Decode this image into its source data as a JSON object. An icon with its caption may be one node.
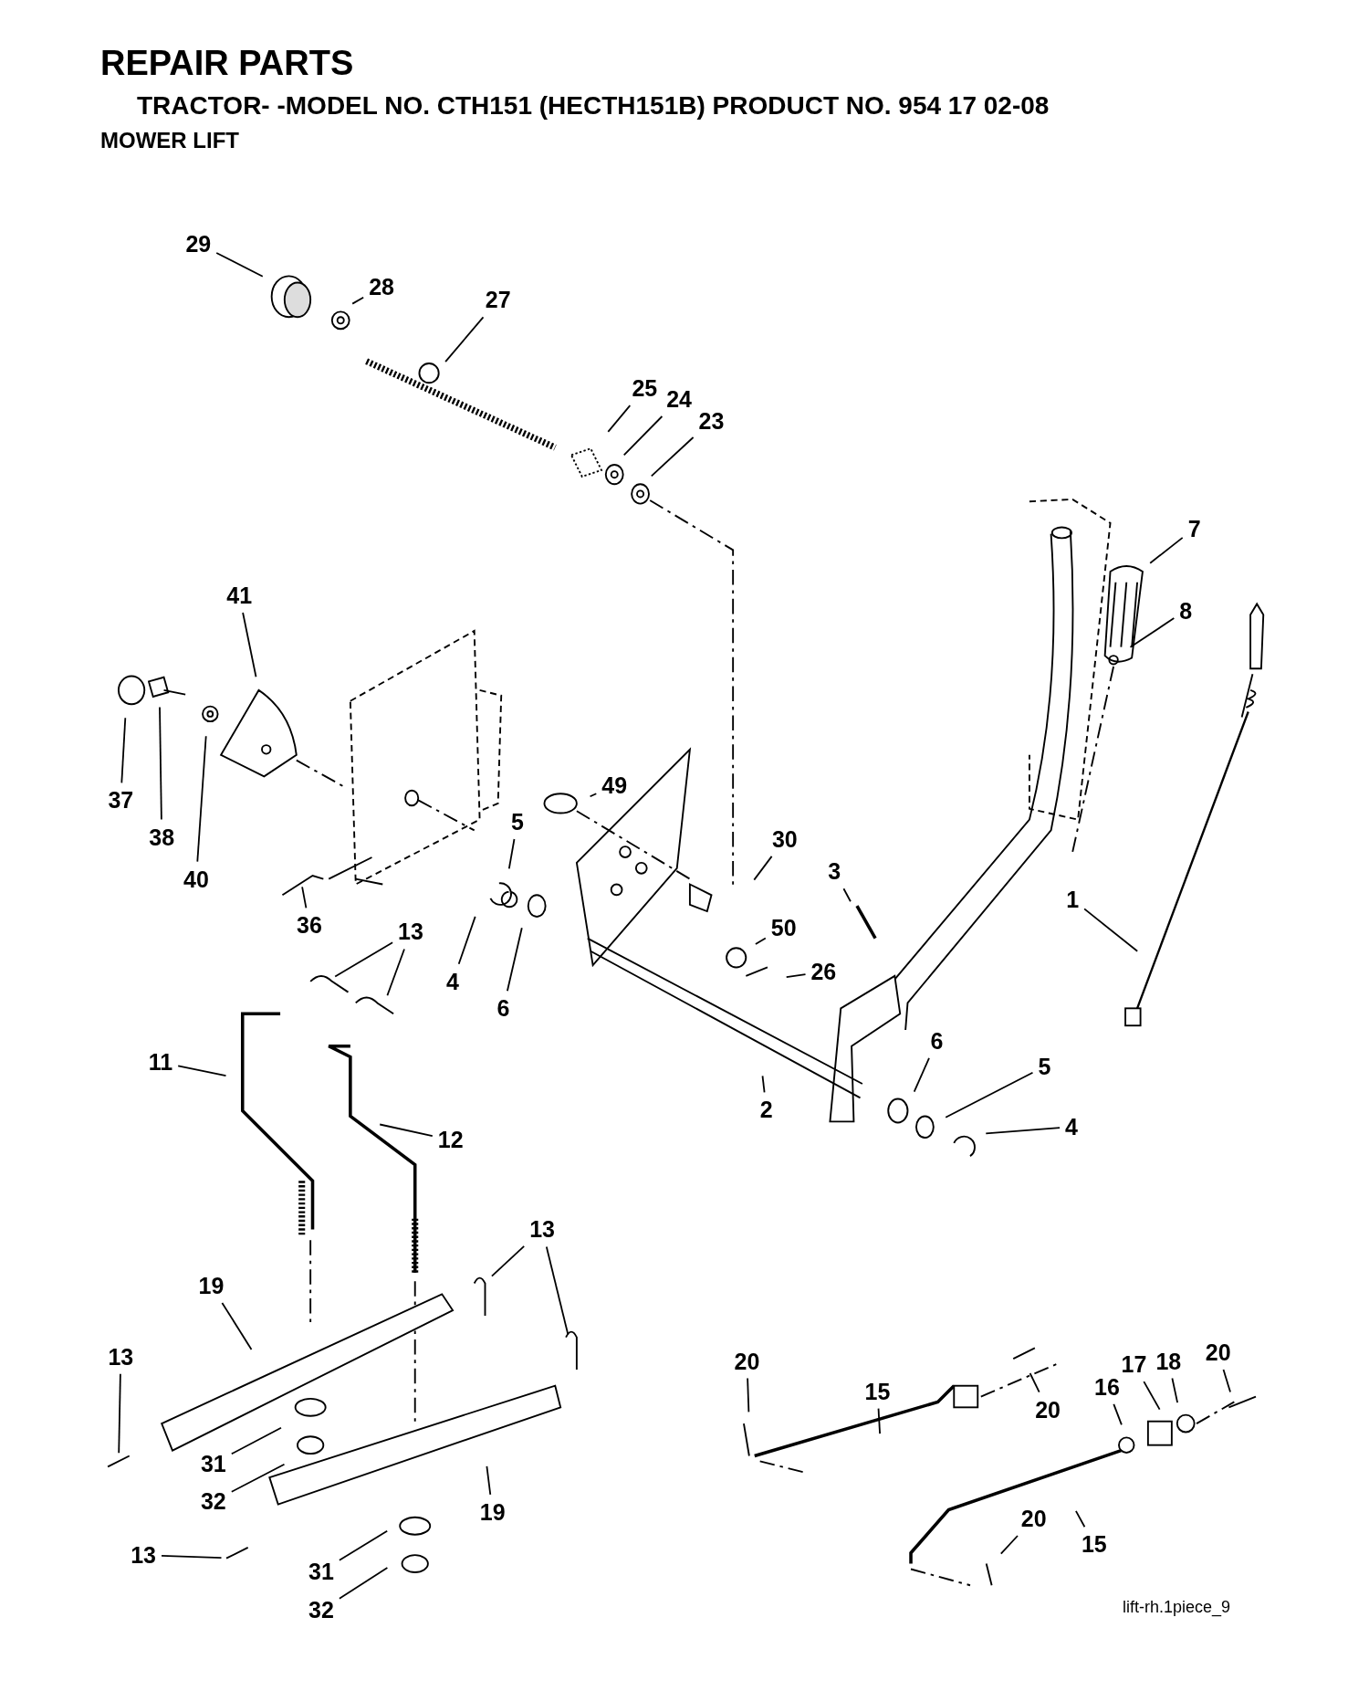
{
  "diagram": {
    "title": "REPAIR PARTS",
    "nodes": [
      {
        "text": [
          "29"
        ]
      },
      {
        "text": [
          "28"
        ]
      },
      {
        "text": [
          "27"
        ]
      },
      {
        "text": [
          "25"
        ]
      },
      {
        "text": [
          "24"
        ]
      },
      {
        "text": [
          "23"
        ]
      },
      {
        "text": [
          "7"
        ]
      },
      {
        "text": [
          "8"
        ]
      },
      {
        "text": [
          "41"
        ]
      },
      {
        "text": [
          "37"
        ]
      },
      {
        "text": [
          "38"
        ]
      },
      {
        "text": [
          "40"
        ]
      },
      {
        "text": [
          "49"
        ]
      },
      {
        "text": [
          "5"
        ]
      },
      {
        "text": [
          "30"
        ]
      },
      {
        "text": [
          "3"
        ]
      },
      {
        "text": [
          "1"
        ]
      },
      {
        "text": [
          "36"
        ]
      },
      {
        "text": [
          "4"
        ]
      },
      {
        "text": [
          "6"
        ]
      },
      {
        "text": [
          "50"
        ]
      },
      {
        "text": [
          "26"
        ]
      },
      {
        "text": [
          "13"
        ]
      },
      {
        "text": [
          "11"
        ]
      },
      {
        "text": [
          "2"
        ]
      },
      {
        "text": [
          "6"
        ]
      },
      {
        "text": [
          "5"
        ]
      },
      {
        "text": [
          "4"
        ]
      },
      {
        "text": [
          "12"
        ]
      },
      {
        "text": [
          "13"
        ]
      },
      {
        "text": [
          "19"
        ]
      },
      {
        "text": [
          "13"
        ]
      },
      {
        "text": [
          "31"
        ]
      },
      {
        "text": [
          "32"
        ]
      },
      {
        "text": [
          "19"
        ]
      },
      {
        "text": [
          "13"
        ]
      },
      {
        "text": [
          "31"
        ]
      },
      {
        "text": [
          "32"
        ]
      },
      {
        "text": [
          "20"
        ]
      },
      {
        "text": [
          "15"
        ]
      },
      {
        "text": [
          "20"
        ]
      },
      {
        "text": [
          "16"
        ]
      },
      {
        "text": [
          "17"
        ]
      },
      {
        "text": [
          "18"
        ]
      },
      {
        "text": [
          "20"
        ]
      },
      {
        "text": [
          "20"
        ]
      },
      {
        "text": [
          "15"
        ]
      }
    ],
    "edges": [
      {
        "from": 0,
        "to": null,
        "arrow": "none"
      },
      {
        "from": 1,
        "to": null,
        "arrow": "none"
      },
      {
        "from": 2,
        "to": null,
        "arrow": "none"
      },
      {
        "from": 3,
        "to": null,
        "arrow": "none"
      },
      {
        "from": 4,
        "to": null,
        "arrow": "none"
      },
      {
        "from": 5,
        "to": null,
        "arrow": "none"
      },
      {
        "from": 6,
        "to": null,
        "arrow": "none"
      },
      {
        "from": 7,
        "to": null,
        "arrow": "none"
      },
      {
        "from": 8,
        "to": null,
        "arrow": "none"
      },
      {
        "from": 9,
        "to": null,
        "arrow": "none"
      },
      {
        "from": 10,
        "to": null,
        "arrow": "none"
      },
      {
        "from": 11,
        "to": null,
        "arrow": "none"
      },
      {
        "from": 12,
        "to": null,
        "arrow": "none"
      },
      {
        "from": 13,
        "to": null,
        "arrow": "none"
      },
      {
        "from": 14,
        "to": null,
        "arrow": "none"
      },
      {
        "from": 15,
        "to": null,
        "arrow": "none"
      },
      {
        "from": 16,
        "to": null,
        "arrow": "none"
      },
      {
        "from": 17,
        "to": null,
        "arrow": "none"
      },
      {
        "from": 18,
        "to": null,
        "arrow": "none"
      },
      {
        "from": 19,
        "to": null,
        "arrow": "none"
      },
      {
        "from": 20,
        "to": null,
        "arrow": "none"
      },
      {
        "from": 21,
        "to": null,
        "arrow": "none"
      },
      {
        "from": 22,
        "to": null,
        "arrow": "none"
      },
      {
        "from": 22,
        "to": null,
        "arrow": "none"
      },
      {
        "from": 23,
        "to": null,
        "arrow": "none"
      },
      {
        "from": 24,
        "to": null,
        "arrow": "none"
      },
      {
        "from": 25,
        "to": null,
        "arrow": "none"
      },
      {
        "from": 26,
        "to": null,
        "arrow": "none"
      },
      {
        "from": 27,
        "to": null,
        "arrow": "none"
      },
      {
        "from": 28,
        "to": null,
        "arrow": "none"
      },
      {
        "from": 29,
        "to": null,
        "arrow": "none"
      },
      {
        "from": 29,
        "to": null,
        "arrow": "none"
      },
      {
        "from": 30,
        "to": null,
        "arrow": "none"
      },
      {
        "from": 31,
        "to": null,
        "arrow": "none"
      },
      {
        "from": 32,
        "to": null,
        "arrow": "none"
      },
      {
        "from": 33,
        "to": null,
        "arrow": "none"
      },
      {
        "from": 34,
        "to": null,
        "arrow": "none"
      },
      {
        "from": 35,
        "to": null,
        "arrow": "none"
      },
      {
        "from": 36,
        "to": null,
        "arrow": "none"
      },
      {
        "from": 37,
        "to": null,
        "arrow": "none"
      },
      {
        "from": 38,
        "to": null,
        "arrow": "none"
      },
      {
        "from": 39,
        "to": null,
        "arrow": "none"
      },
      {
        "from": 40,
        "to": null,
        "arrow": "none"
      },
      {
        "from": 41,
        "to": null,
        "arrow": "none"
      },
      {
        "from": 42,
        "to": null,
        "arrow": "none"
      },
      {
        "from": 43,
        "to": null,
        "arrow": "none"
      },
      {
        "from": 44,
        "to": null,
        "arrow": "none"
      },
      {
        "from": 45,
        "to": null,
        "arrow": "none"
      },
      {
        "from": 46,
        "to": null,
        "arrow": "none"
      }
    ],
    "labels": [
      "TRACTOR- -MODEL NO. CTH151 (HECTH151B) PRODUCT NO. 954 17 02-08",
      "MOWER LIFT",
      "lift-rh.1piece_9"
    ]
  }
}
